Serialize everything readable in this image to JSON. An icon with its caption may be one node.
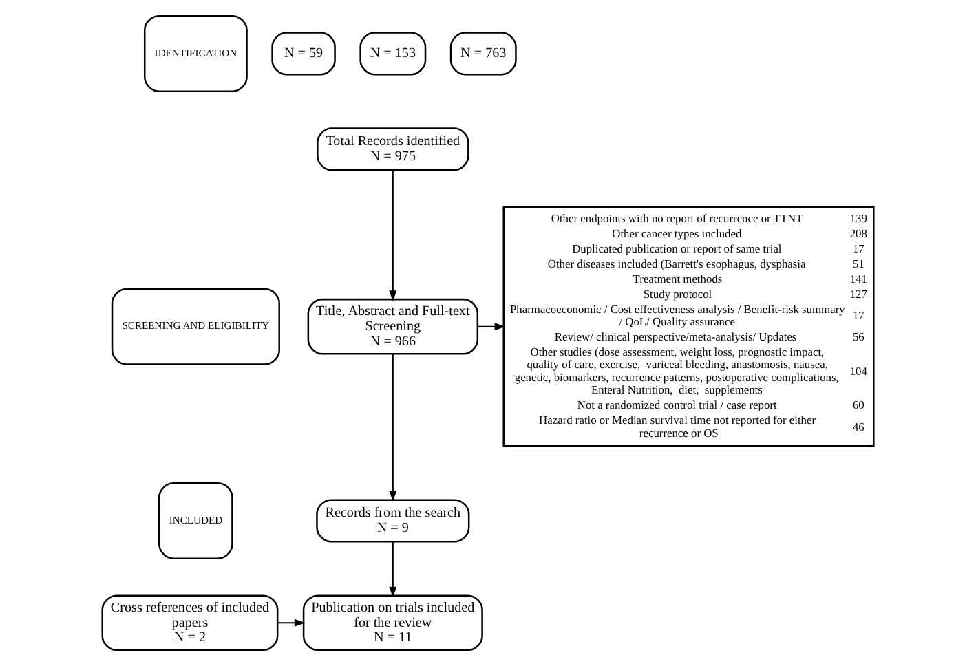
{
  "diagram": {
    "nodes": [
      {
        "text": [
          "IDENTIFICATION"
        ]
      },
      {
        "text": [
          "SCREENING AND ELIGIBILITY"
        ]
      },
      {
        "text": [
          "INCLUDED"
        ]
      },
      {
        "text": [
          "N = 59"
        ]
      },
      {
        "text": [
          "N = 153"
        ]
      },
      {
        "text": [
          "N = 763"
        ]
      },
      {
        "text": [
          "Total Records identified",
          "N = 975"
        ]
      },
      {
        "text": [
          "Title, Abstract and Full-text Screening",
          "N = 966"
        ]
      },
      {
        "text": [
          "Other endpoints with no report of recurrence or TTNT",
          "139",
          "Other cancer types included",
          "208",
          "Duplicated publication or report of same trial",
          "17",
          "Other diseases included (Barrett's esophagus, dysphasia",
          "51",
          "Treatment methods",
          "141",
          "Study protocol",
          "127",
          "Pharmacoeconomic / Cost effectiveness analysis / Benefit-risk summary / QoL/ Quality assurance",
          "17",
          "Review/ clinical perspective/meta-analysis/ Updates",
          "56",
          "Other studies (dose assessment, weight loss, prognostic impact, quality of care, exercise,  variceal bleeding, anastomosis, nausea, genetic, biomarkers, recurrence patterns, postoperative complications, Enteral Nutrition,  diet,  supplements",
          "104",
          "Not a randomized control trial / case report",
          "60",
          "Hazard ratio or Median survival time not reported for either recurrence or OS",
          "46"
        ]
      },
      {
        "text": [
          "Records from the search",
          "N = 9"
        ]
      },
      {
        "text": [
          "Cross references of included papers",
          "N = 2"
        ]
      },
      {
        "text": [
          "Publication on trials included for the review",
          "N = 11"
        ]
      }
    ],
    "edges": [
      {
        "from": 6,
        "to": 7,
        "arrow": "to"
      },
      {
        "from": 7,
        "to": 8,
        "arrow": "to"
      },
      {
        "from": 7,
        "to": 9,
        "arrow": "to"
      },
      {
        "from": 9,
        "to": 11,
        "arrow": "to"
      },
      {
        "from": 10,
        "to": 11,
        "arrow": "to"
      }
    ]
  }
}
